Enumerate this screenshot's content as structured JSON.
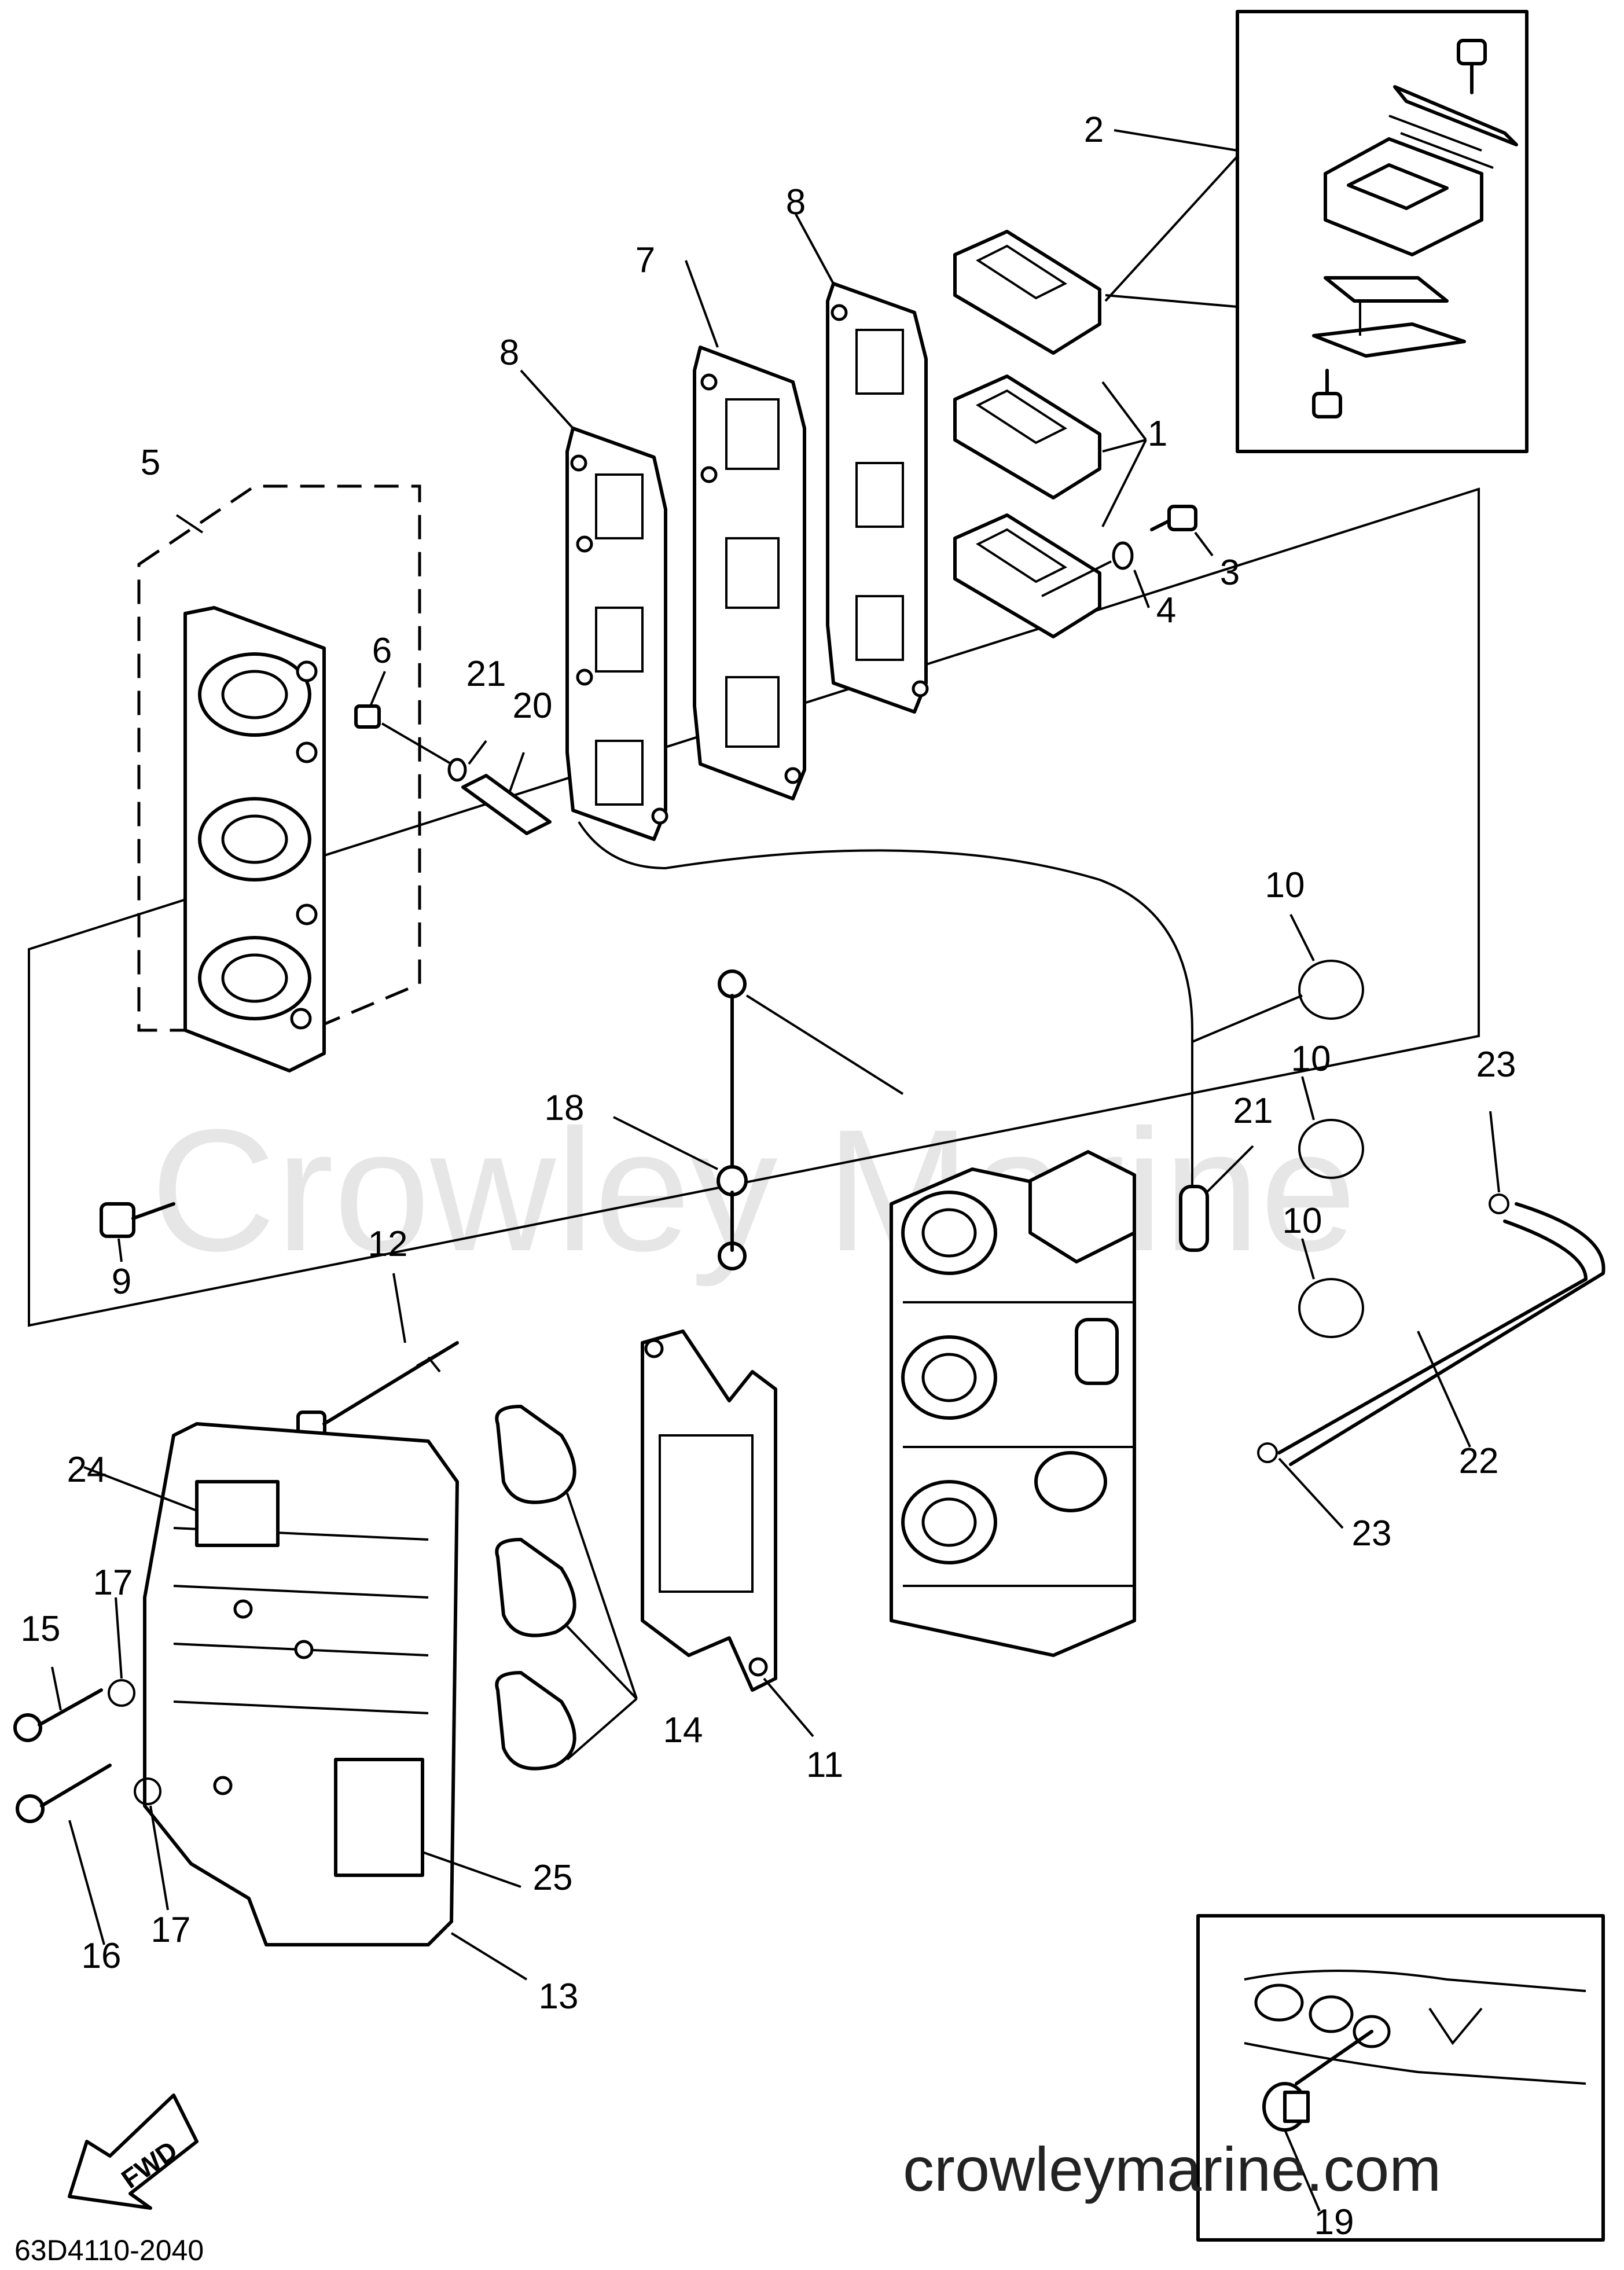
{
  "diagram": {
    "part_code": "63D4110-2040",
    "watermark": "Crowley Marine",
    "site_url": "crowleymarine.com",
    "fwd_label": "FWD",
    "callouts": [
      "1",
      "2",
      "3",
      "4",
      "5",
      "6",
      "7",
      "8",
      "8",
      "9",
      "10",
      "10",
      "10",
      "11",
      "12",
      "13",
      "14",
      "15",
      "16",
      "17",
      "17",
      "18",
      "19",
      "20",
      "21",
      "21",
      "22",
      "23",
      "23",
      "24",
      "25"
    ]
  }
}
